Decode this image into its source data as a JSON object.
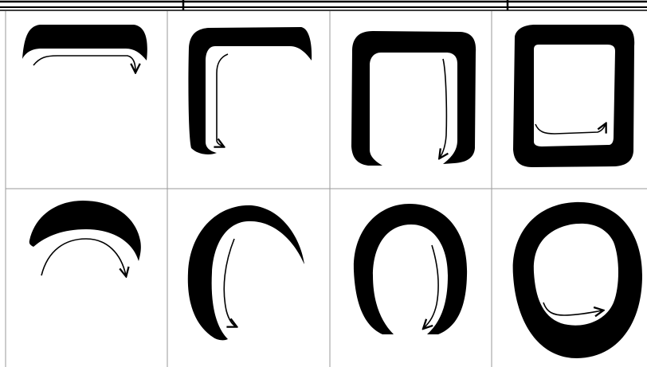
{
  "figure": {
    "layout": "grid",
    "rows": 2,
    "columns": 4,
    "colors": {
      "ink": "#000000",
      "paper": "#ffffff",
      "rule": "#9a9a9a"
    },
    "cells": [
      {
        "row": 1,
        "col": 1,
        "stroke": "open-top-bar",
        "arrow": "right"
      },
      {
        "row": 1,
        "col": 2,
        "stroke": "top-left-corner",
        "arrow": "down"
      },
      {
        "row": 1,
        "col": 3,
        "stroke": "square-arch",
        "arrow": "down"
      },
      {
        "row": 1,
        "col": 4,
        "stroke": "closed-square",
        "arrow": "right"
      },
      {
        "row": 2,
        "col": 1,
        "stroke": "shallow-arc",
        "arrow": "clockwise"
      },
      {
        "row": 2,
        "col": 2,
        "stroke": "c-curve",
        "arrow": "down"
      },
      {
        "row": 2,
        "col": 3,
        "stroke": "round-arch",
        "arrow": "down"
      },
      {
        "row": 2,
        "col": 4,
        "stroke": "closed-ellipse",
        "arrow": "right"
      }
    ]
  }
}
